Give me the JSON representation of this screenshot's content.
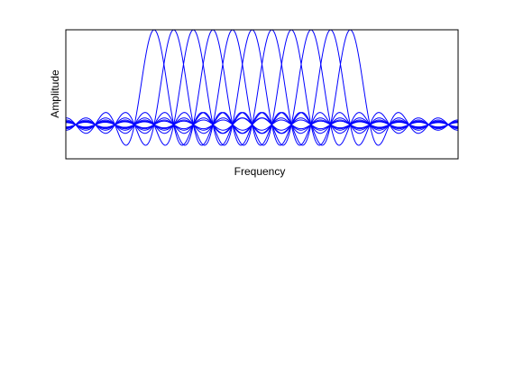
{
  "chart_data": {
    "type": "line",
    "title": "",
    "xlabel": "Frequency",
    "ylabel": "Amplitude",
    "x_ticks_visible": false,
    "y_ticks_visible": false,
    "grid": false,
    "legend": false,
    "xlim": [
      -9.5,
      10.5
    ],
    "ylim": [
      -0.36,
      1.0
    ],
    "line_color": "#0000ff",
    "function": "sinc",
    "series_description_centers": [
      -5,
      -4,
      -3,
      -2,
      -1,
      0,
      1,
      2,
      3,
      4,
      5
    ],
    "sample_step": 0.05,
    "series": [
      {
        "center": -5
      },
      {
        "center": -4
      },
      {
        "center": -3
      },
      {
        "center": -2
      },
      {
        "center": -1
      },
      {
        "center": 0
      },
      {
        "center": 1
      },
      {
        "center": 2
      },
      {
        "center": 3
      },
      {
        "center": 4
      },
      {
        "center": 5
      }
    ]
  }
}
